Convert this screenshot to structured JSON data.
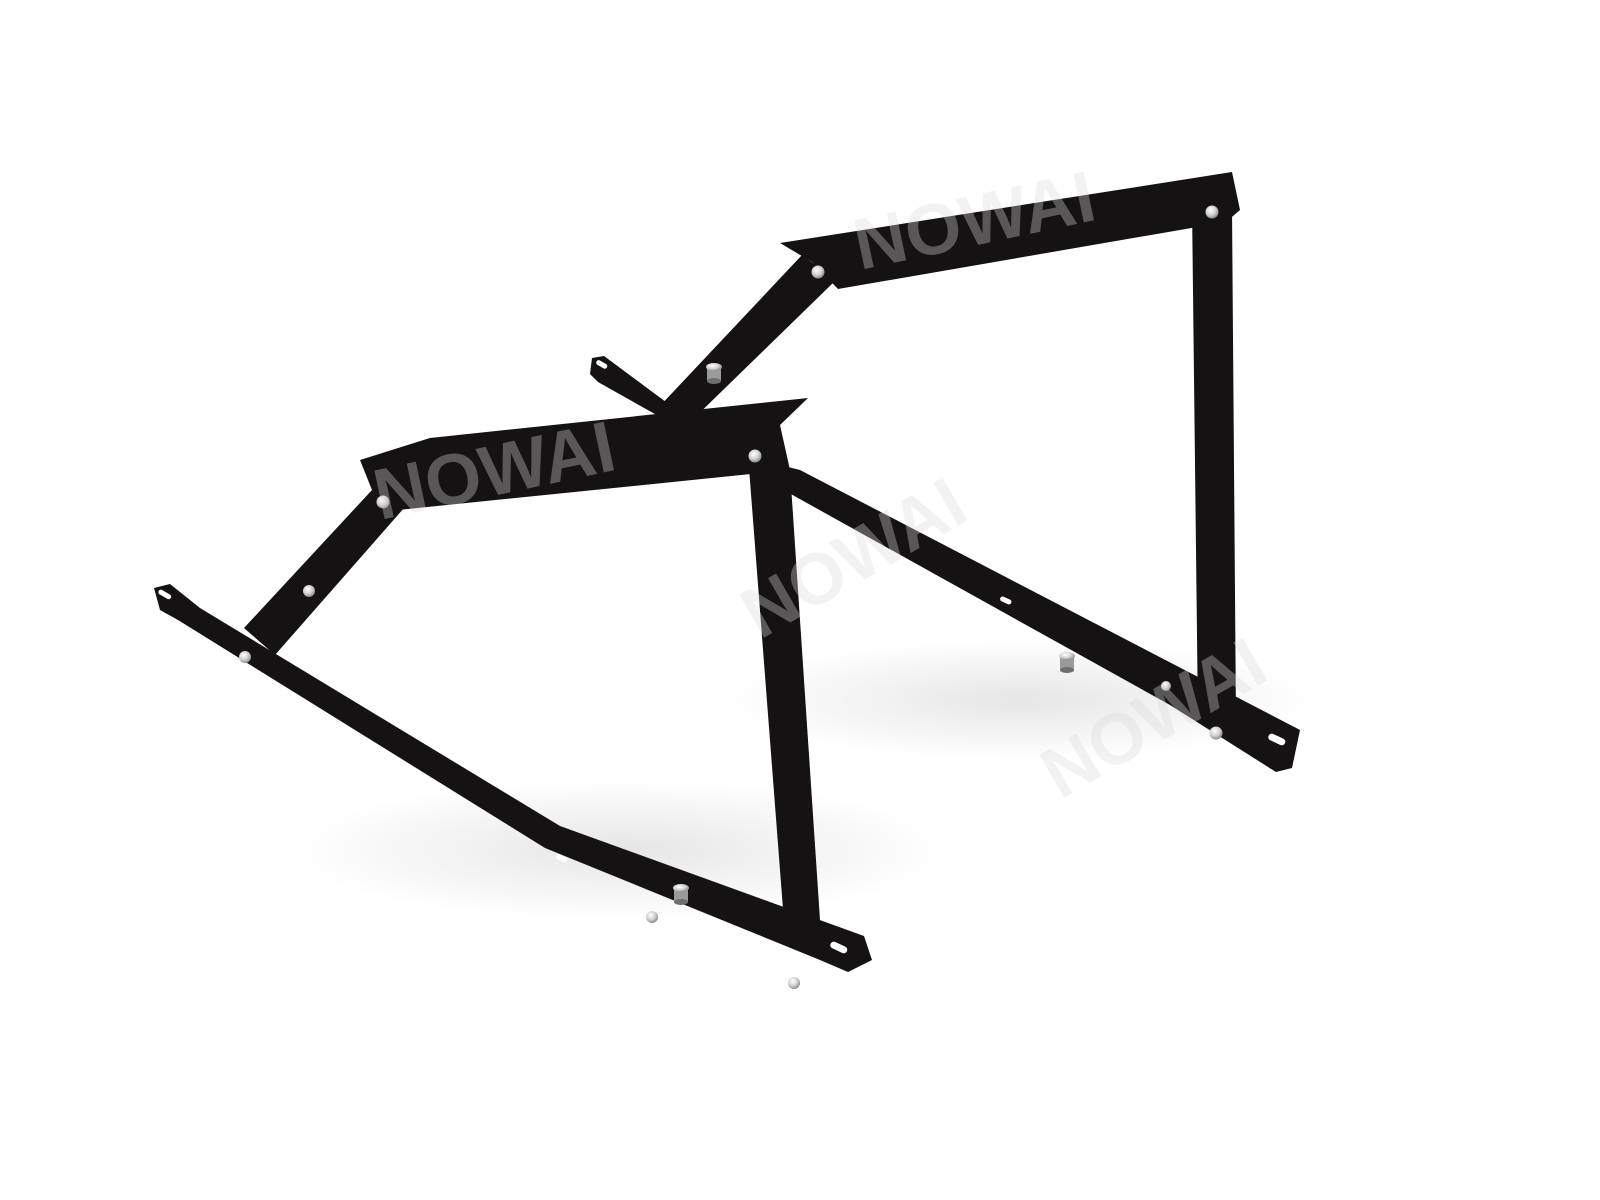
{
  "photo": {
    "subject": "product-photo",
    "background_color": "#ffffff",
    "metal_color": "#141212",
    "bolt_color": "#d7d7d7"
  },
  "watermark": {
    "text": "NOWAI",
    "color": "#d9d9d9",
    "opacity": 0.35
  }
}
